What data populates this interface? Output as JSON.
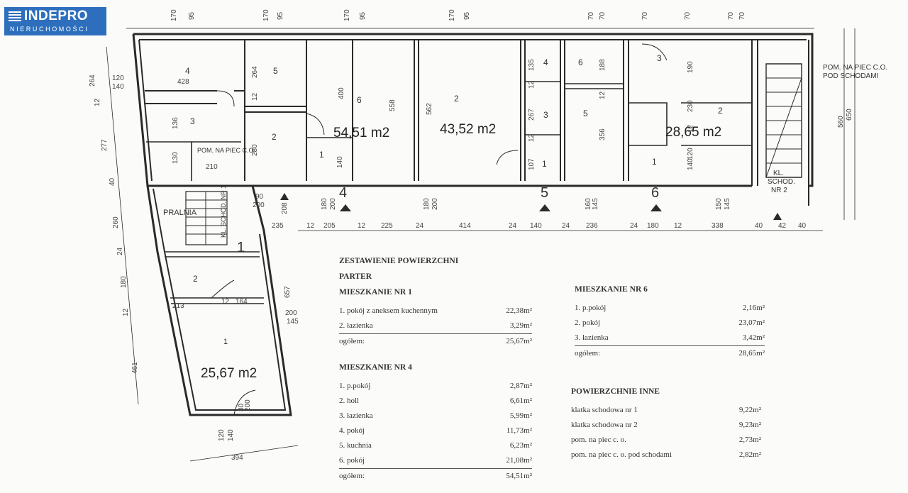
{
  "logo": {
    "name": "INDEPRO",
    "sub": "NIERUCHOMOŚCI"
  },
  "plan": {
    "areas": [
      "54,51 m2",
      "43,52 m2",
      "28,65 m2",
      "25,67 m2"
    ],
    "labels": {
      "pom_piec": "POM. NA PIEC C.O.",
      "pom_piec_stairs_1": "POM. NA PIEC C.O.",
      "pom_piec_stairs_2": "POD SCHODAMI",
      "pralnia": "PRALNIA",
      "kl_sch_1": "KL. SCHOD. NR 1",
      "kl_sch_2_a": "KL.",
      "kl_sch_2_b": "SCHOD.",
      "kl_sch_2_c": "NR 2"
    },
    "flat_numbers": [
      "1",
      "4",
      "5",
      "6"
    ],
    "room_numbers": [
      "4",
      "5",
      "6",
      "3",
      "2",
      "1",
      "2",
      "4",
      "3",
      "1",
      "6",
      "5",
      "3",
      "2",
      "1",
      "2",
      "1"
    ],
    "top_dims": [
      "170",
      "95",
      "170",
      "95",
      "170",
      "95",
      "170",
      "95",
      "70",
      "70",
      "70",
      "70",
      "70",
      "70"
    ],
    "bottom_dims": [
      "235",
      "12",
      "205",
      "12",
      "225",
      "24",
      "414",
      "24",
      "140",
      "24",
      "236",
      "24",
      "180",
      "12",
      "338",
      "40",
      "42",
      "40"
    ],
    "left_dims": [
      "264",
      "12",
      "277",
      "40",
      "260",
      "24",
      "180",
      "12",
      "461"
    ],
    "inner_dims": [
      "120",
      "140",
      "428",
      "264",
      "12",
      "280",
      "400",
      "558",
      "562",
      "136",
      "130",
      "210",
      "140",
      "135",
      "12",
      "267",
      "12",
      "107",
      "188",
      "12",
      "356",
      "190",
      "230",
      "12",
      "120",
      "140",
      "90",
      "200",
      "208",
      "180",
      "200",
      "180",
      "200",
      "160",
      "145",
      "150",
      "145",
      "560",
      "650",
      "657",
      "200",
      "145",
      "213",
      "12",
      "164",
      "80",
      "200",
      "120",
      "140",
      "394"
    ]
  },
  "summary": {
    "title": "ZESTAWIENIE POWIERZCHNI",
    "floor": "PARTER",
    "m1": {
      "title": "MIESZKANIE NR 1",
      "rows": [
        {
          "name": "1. pokój z aneksem kuchennym",
          "value": "22,38m²"
        },
        {
          "name": "2. łazienka",
          "value": "3,29m²"
        },
        {
          "name": "ogółem:",
          "value": "25,67m²"
        }
      ]
    },
    "m4": {
      "title": "MIESZKANIE NR 4",
      "rows": [
        {
          "name": "1. p.pokój",
          "value": "2,87m²"
        },
        {
          "name": "2. holl",
          "value": "6,61m²"
        },
        {
          "name": "3. łazienka",
          "value": "5,99m²"
        },
        {
          "name": "4. pokój",
          "value": "11,73m²"
        },
        {
          "name": "5. kuchnia",
          "value": "6,23m²"
        },
        {
          "name": "6. pokój",
          "value": "21,08m²"
        },
        {
          "name": "ogółem:",
          "value": "54,51m²"
        }
      ]
    },
    "m6": {
      "title": "MIESZKANIE NR 6",
      "rows": [
        {
          "name": "1. p.pokój",
          "value": "2,16m²"
        },
        {
          "name": "2. pokój",
          "value": "23,07m²"
        },
        {
          "name": "3. łazienka",
          "value": "3,42m²"
        },
        {
          "name": "ogółem:",
          "value": "28,65m²"
        }
      ]
    },
    "inne": {
      "title": "POWIERZCHNIE INNE",
      "rows": [
        {
          "name": "klatka schodowa nr 1",
          "value": "9,22m²"
        },
        {
          "name": "klatka schodowa nr 2",
          "value": "9,23m²"
        },
        {
          "name": "pom. na piec c. o.",
          "value": "2,73m²"
        },
        {
          "name": "pom. na piec c. o. pod schodami",
          "value": "2,82m²"
        }
      ]
    }
  }
}
